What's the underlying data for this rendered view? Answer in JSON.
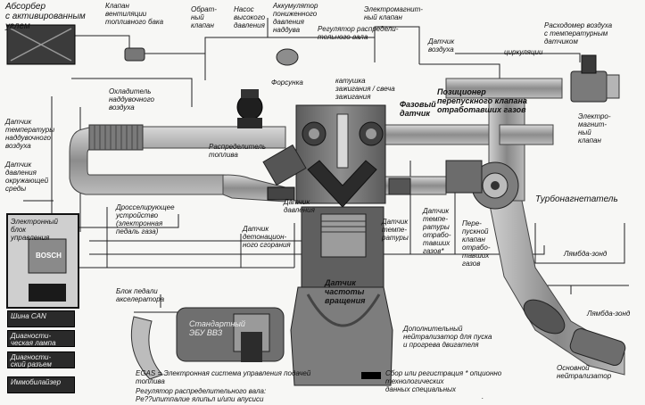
{
  "labels": {
    "absorber": "Абсорбер\nс активированным\nуглем",
    "tank_vent_valve": "Клапан\nвентиляции\nтопливного бака",
    "check_valve": "Обрат-\nный\nклапан",
    "hp_pump": "Насос\nвысокого\nдавления",
    "boost_accumulator": "Аккумулятор\nпониженного\nдавления\nнаддува",
    "camshaft_regulator": "Регулятор распредели-\nтельного вала",
    "solenoid_valve_top": "Электромагнит-\nный клапан",
    "air_mass_meter": "Расходомер воздуха\nс температурным\nдатчиком",
    "air_sensor": "Датчик\nвоздуха",
    "circulation": "циркуляции",
    "charge_cooler": "Охладитель\nнаддувочного\nвоздуха",
    "injector": "Форсунка",
    "ignition_coil": "катушка\nзажигания / свеча\nзажигания",
    "bypass_positioner": "Позиционер\nперепускного клапана\nотработавших газов",
    "phase_sensor": "Фазовый\nдатчик",
    "boost_temp_sensor": "Датчик\nтемпературы\nнаддувочного\nвоздуха",
    "ambient_pressure": "Датчик\nдавления\nокружающей\nсреды",
    "fuel_distributor": "Распределитель\nтоплива",
    "solenoid_valve_right": "Электро-\nмагнит-\nный\nклапан",
    "turbocharger": "Турбонагнетатель",
    "throttle": "Дросселирующее\nустройство\n(электронная\nпедаль газа)",
    "pressure_sensor": "Датчик\nдавления",
    "knock_sensor": "Датчик\nдетонацион-\nного сгорания",
    "temp_sensor": "Датчик\nтемпе-\nратуры",
    "exhaust_temp_sensor": "Датчик\nтемпе-\nратуры\nотрабо-\nтавших\nгазов*",
    "bypass_valve": "Пере-\nпускной\nклапан\nотрабо-\nтавших\nгазов",
    "lambda_1": "Лямбда-зонд",
    "lambda_2": "Лямбда-зонд",
    "speed_sensor": "Датчик\nчастоты\nвращения",
    "ecu": "Электронный\nблок\nуправления",
    "ecu_brand": "BOSCH",
    "pedal_block": "Блок педали\nакселератора",
    "standard_ecu": "Стандартный\nЭБУ ВВЗ",
    "pre_catalyst": "Дополнительный\nнейтрализатор  для  пуска\nи прогрева двигателя",
    "main_catalyst": "Основной\nнейтрализатор",
    "egas_note": "EGAS = Электронная система управления подачей\nтоплива",
    "camshaft_note": "Регулятор распределительного вала:\nРе??ипитпалие ялипьл и/ипи апусиси",
    "legend_text": "Сбор или регистрация * опционно\nтехнологических\nданных специальных",
    "legend_tail": "."
  },
  "side_boxes": [
    {
      "label": "Шина CAN"
    },
    {
      "label": "Диагности-\nческая лампа"
    },
    {
      "label": "Диагности-\nский разъем"
    },
    {
      "label": "Иммобилайзер"
    }
  ],
  "colors": {
    "background": "#f7f7f5",
    "pipe": "#9a9a9a",
    "engine": "#6e6e6e",
    "dark": "#1e1e1e",
    "line": "#222222"
  }
}
